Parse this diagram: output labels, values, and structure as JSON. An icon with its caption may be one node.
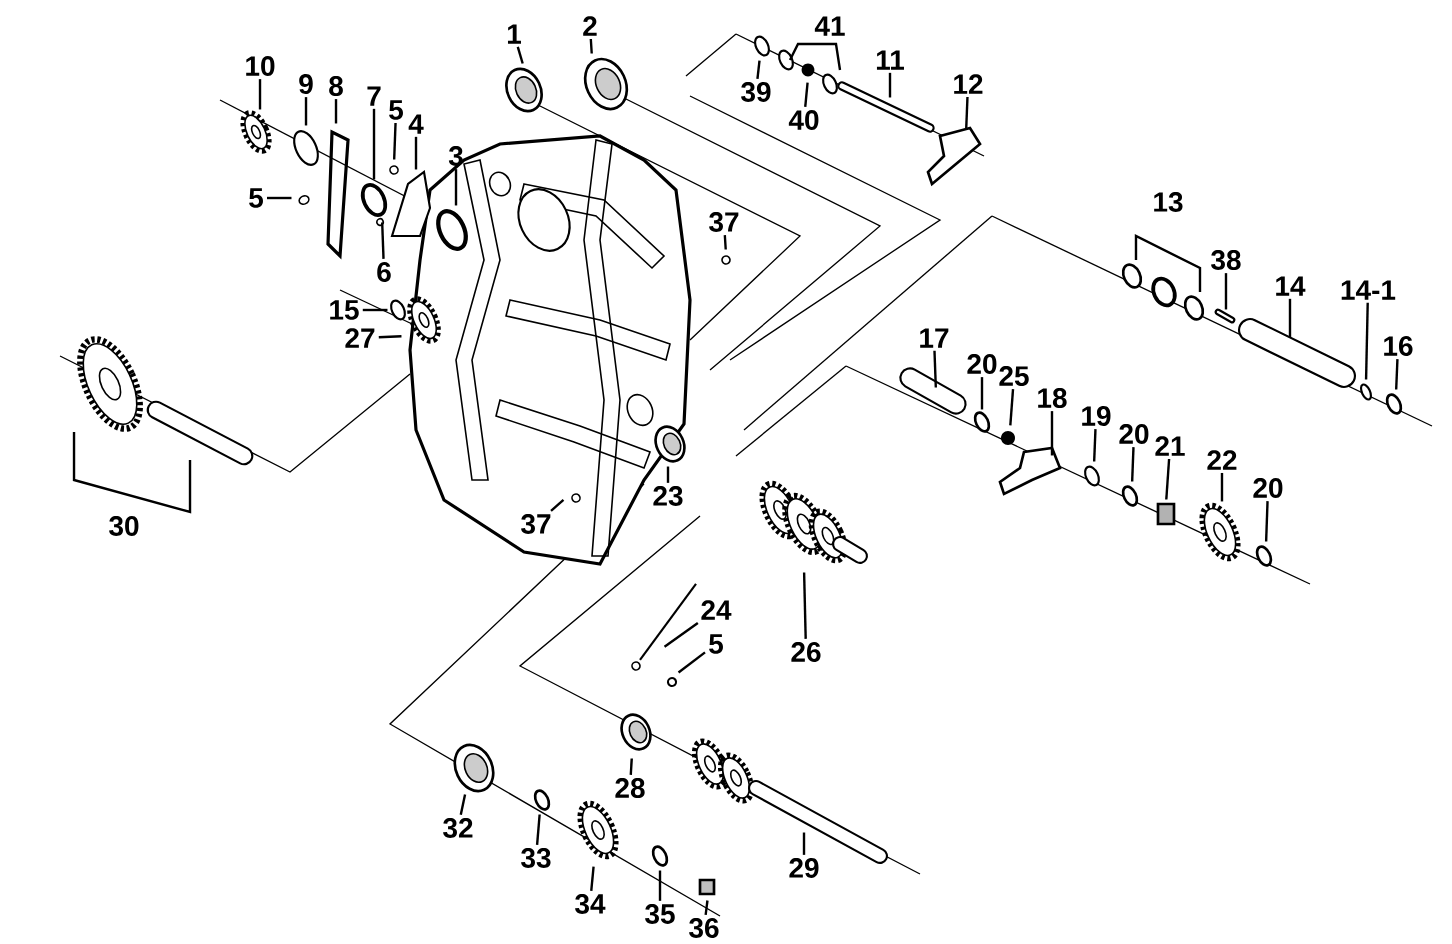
{
  "diagram": {
    "nodes": [
      {
        "text": [
          "2"
        ]
      },
      {
        "text": [
          "1"
        ]
      },
      {
        "text": [
          "11"
        ]
      },
      {
        "text": [
          "10"
        ]
      },
      {
        "text": [
          "9"
        ]
      },
      {
        "text": [
          "8"
        ]
      },
      {
        "text": [
          "12"
        ]
      },
      {
        "text": [
          "39"
        ]
      },
      {
        "text": [
          "7"
        ]
      },
      {
        "text": [
          "5"
        ]
      },
      {
        "text": [
          "40"
        ]
      },
      {
        "text": [
          "4"
        ]
      },
      {
        "text": [
          "3"
        ]
      },
      {
        "text": [
          "5"
        ]
      },
      {
        "text": [
          "37"
        ]
      },
      {
        "text": [
          "38"
        ]
      },
      {
        "text": [
          "6"
        ]
      },
      {
        "text": [
          "14"
        ]
      },
      {
        "text": [
          "14-1"
        ]
      },
      {
        "text": [
          "15"
        ]
      },
      {
        "text": [
          "17"
        ]
      },
      {
        "text": [
          "27"
        ]
      },
      {
        "text": [
          "16"
        ]
      },
      {
        "text": [
          "20"
        ]
      },
      {
        "text": [
          "25"
        ]
      },
      {
        "text": [
          "18"
        ]
      },
      {
        "text": [
          "19"
        ]
      },
      {
        "text": [
          "20"
        ]
      },
      {
        "text": [
          "21"
        ]
      },
      {
        "text": [
          "22"
        ]
      },
      {
        "text": [
          "20"
        ]
      },
      {
        "text": [
          "23"
        ]
      },
      {
        "text": [
          "37"
        ]
      },
      {
        "text": [
          "24"
        ]
      },
      {
        "text": [
          "5"
        ]
      },
      {
        "text": [
          "26"
        ]
      },
      {
        "text": [
          "28"
        ]
      },
      {
        "text": [
          "32"
        ]
      },
      {
        "text": [
          "33"
        ]
      },
      {
        "text": [
          "29"
        ]
      },
      {
        "text": [
          "34"
        ]
      },
      {
        "text": [
          "35"
        ]
      },
      {
        "text": [
          "36"
        ]
      },
      {
        "text": [],
        "shape": "picture"
      },
      {
        "text": [],
        "shape": "picture"
      },
      {
        "text": [],
        "shape": "picture"
      },
      {
        "text": [],
        "shape": "picture"
      },
      {
        "text": [],
        "shape": "circle"
      },
      {
        "text": [],
        "shape": "picture"
      },
      {
        "text": [],
        "shape": "picture"
      },
      {
        "text": [],
        "shape": "circle"
      },
      {
        "text": [],
        "shape": "circle"
      },
      {
        "text": [],
        "shape": "circle"
      },
      {
        "text": [],
        "shape": "circle"
      },
      {
        "text": [],
        "shape": "picture"
      },
      {
        "text": [],
        "shape": "circle"
      },
      {
        "text": [],
        "shape": "circle"
      },
      {
        "text": [],
        "shape": "circle"
      },
      {
        "text": [],
        "shape": "picture"
      },
      {
        "text": [],
        "shape": "circle"
      },
      {
        "text": [],
        "shape": "picture"
      },
      {
        "text": [],
        "shape": "circle"
      },
      {
        "text": [],
        "shape": "circle"
      },
      {
        "text": [],
        "shape": "picture"
      },
      {
        "text": [],
        "shape": "picture"
      },
      {
        "text": [],
        "shape": "circle"
      },
      {
        "text": [],
        "shape": "circle"
      },
      {
        "text": [],
        "shape": "circle"
      },
      {
        "text": [],
        "shape": "picture"
      },
      {
        "text": [],
        "shape": "circle"
      },
      {
        "text": [],
        "shape": "circle"
      },
      {
        "text": [],
        "shape": "box"
      },
      {
        "text": [],
        "shape": "picture"
      },
      {
        "text": [],
        "shape": "circle"
      },
      {
        "text": [],
        "shape": "picture"
      },
      {
        "text": [],
        "shape": "circle"
      },
      {
        "text": [],
        "shape": "picture"
      },
      {
        "text": [],
        "shape": "circle"
      },
      {
        "text": [],
        "shape": "picture"
      },
      {
        "text": [],
        "shape": "picture"
      },
      {
        "text": [],
        "shape": "picture"
      },
      {
        "text": [],
        "shape": "circle"
      },
      {
        "text": [],
        "shape": "picture"
      },
      {
        "text": [],
        "shape": "picture"
      },
      {
        "text": [],
        "shape": "circle"
      },
      {
        "text": [],
        "shape": "box"
      }
    ],
    "edges": [
      {
        "from": 0,
        "to": 43,
        "arrow": "none"
      },
      {
        "from": 1,
        "to": 44,
        "arrow": "none"
      },
      {
        "from": 2,
        "to": 45,
        "arrow": "none"
      },
      {
        "from": 3,
        "to": 46,
        "arrow": "none"
      },
      {
        "from": 4,
        "to": 47,
        "arrow": "none"
      },
      {
        "from": 5,
        "to": 48,
        "arrow": "none"
      },
      {
        "from": 6,
        "to": 49,
        "arrow": "none"
      },
      {
        "from": 7,
        "to": 50,
        "arrow": "none"
      },
      {
        "from": 8,
        "to": 51,
        "arrow": "none"
      },
      {
        "from": 9,
        "to": 52,
        "arrow": "none"
      },
      {
        "from": 10,
        "to": 53,
        "arrow": "none"
      },
      {
        "from": 11,
        "to": 54,
        "arrow": "none"
      },
      {
        "from": 12,
        "to": 55,
        "arrow": "none"
      },
      {
        "from": 13,
        "to": 56,
        "arrow": "none"
      },
      {
        "from": 14,
        "to": 57,
        "arrow": "none"
      },
      {
        "from": 15,
        "to": 58,
        "arrow": "none"
      },
      {
        "from": 16,
        "to": 59,
        "arrow": "none"
      },
      {
        "from": 17,
        "to": 60,
        "arrow": "none"
      },
      {
        "from": 18,
        "to": 61,
        "arrow": "none"
      },
      {
        "from": 19,
        "to": 62,
        "arrow": "none"
      },
      {
        "from": 20,
        "to": 63,
        "arrow": "none"
      },
      {
        "from": 21,
        "to": 64,
        "arrow": "none"
      },
      {
        "from": 22,
        "to": 65,
        "arrow": "none"
      },
      {
        "from": 23,
        "to": 66,
        "arrow": "none"
      },
      {
        "from": 24,
        "to": 67,
        "arrow": "none"
      },
      {
        "from": 25,
        "to": 68,
        "arrow": "none"
      },
      {
        "from": 26,
        "to": 69,
        "arrow": "none"
      },
      {
        "from": 27,
        "to": 70,
        "arrow": "none"
      },
      {
        "from": 28,
        "to": 71,
        "arrow": "none"
      },
      {
        "from": 29,
        "to": 72,
        "arrow": "none"
      },
      {
        "from": 30,
        "to": 73,
        "arrow": "none"
      },
      {
        "from": 31,
        "to": 74,
        "arrow": "none"
      },
      {
        "from": 32,
        "to": 75,
        "arrow": "none"
      },
      {
        "from": 33,
        "to": 76,
        "arrow": "none"
      },
      {
        "from": 34,
        "to": 77,
        "arrow": "none"
      },
      {
        "from": 35,
        "to": 78,
        "arrow": "none"
      },
      {
        "from": 36,
        "to": 79,
        "arrow": "none"
      },
      {
        "from": 37,
        "to": 80,
        "arrow": "none"
      },
      {
        "from": 38,
        "to": 81,
        "arrow": "none"
      },
      {
        "from": 39,
        "to": 82,
        "arrow": "none"
      },
      {
        "from": 40,
        "to": 83,
        "arrow": "none"
      },
      {
        "from": 41,
        "to": 84,
        "arrow": "none"
      },
      {
        "from": 42,
        "to": 85,
        "arrow": "none"
      }
    ],
    "labels": [
      "41",
      "13",
      "30"
    ]
  }
}
